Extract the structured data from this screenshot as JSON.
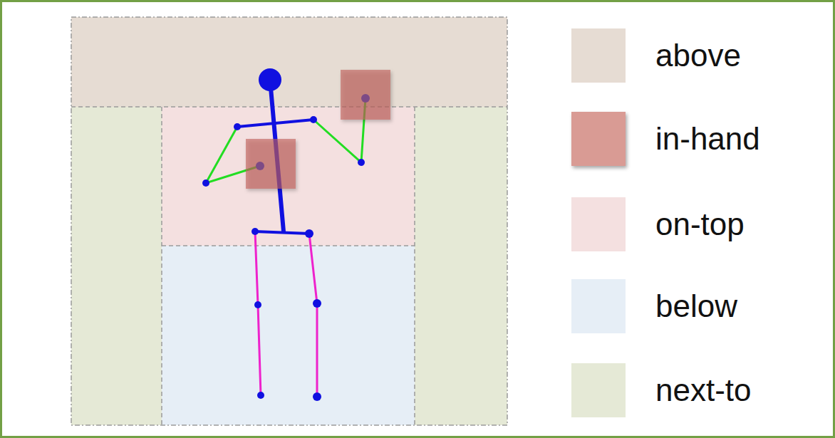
{
  "diagram": {
    "legend": [
      {
        "text": "above",
        "color": "#e6dcd3"
      },
      {
        "text": "in-hand",
        "color": "#d99b94"
      },
      {
        "text": "on-top",
        "color": "#f4e0e0"
      },
      {
        "text": "below",
        "color": "#e6eef6"
      },
      {
        "text": "next-to",
        "color": "#e5e9d6"
      }
    ]
  }
}
